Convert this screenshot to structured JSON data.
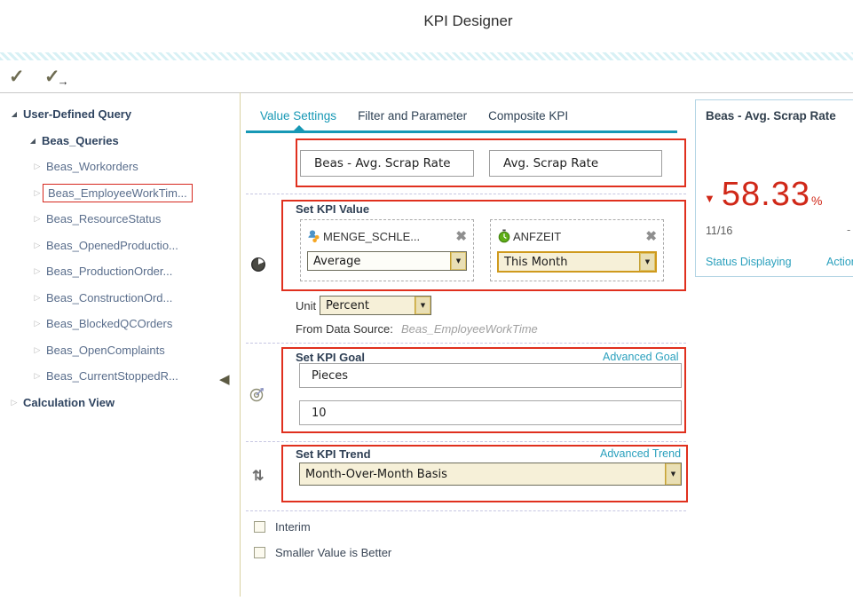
{
  "header": {
    "title": "KPI Designer"
  },
  "toolbar": {
    "confirm_label": "✓",
    "confirm_next_label": "✓",
    "confirm_next_arrow": "→"
  },
  "icons": {
    "expanded": "◢",
    "collapsed": "▷",
    "collapse_handle": "◀",
    "close": "✖",
    "dropdown": "▼",
    "trend": "⇅",
    "kpi_down": "▼"
  },
  "colors": {
    "accent_teal": "#1798b5",
    "annotation_red": "#e0301e",
    "kpi_red": "#d02818"
  },
  "tree": {
    "items": [
      {
        "label": "User-Defined Query",
        "level": 0,
        "expanded": true,
        "bold": true,
        "highlighted": false
      },
      {
        "label": "Beas_Queries",
        "level": 1,
        "expanded": true,
        "bold": true,
        "highlighted": false
      },
      {
        "label": "Beas_Workorders",
        "level": 2,
        "expanded": false,
        "bold": false,
        "highlighted": false
      },
      {
        "label": "Beas_EmployeeWorkTim...",
        "level": 2,
        "expanded": false,
        "bold": false,
        "highlighted": true
      },
      {
        "label": "Beas_ResourceStatus",
        "level": 2,
        "expanded": false,
        "bold": false,
        "highlighted": false
      },
      {
        "label": "Beas_OpenedProductio...",
        "level": 2,
        "expanded": false,
        "bold": false,
        "highlighted": false
      },
      {
        "label": "Beas_ProductionOrder...",
        "level": 2,
        "expanded": false,
        "bold": false,
        "highlighted": false
      },
      {
        "label": "Beas_ConstructionOrd...",
        "level": 2,
        "expanded": false,
        "bold": false,
        "highlighted": false
      },
      {
        "label": "Beas_BlockedQCOrders",
        "level": 2,
        "expanded": false,
        "bold": false,
        "highlighted": false
      },
      {
        "label": "Beas_OpenComplaints",
        "level": 2,
        "expanded": false,
        "bold": false,
        "highlighted": false
      },
      {
        "label": "Beas_CurrentStoppedR...",
        "level": 2,
        "expanded": false,
        "bold": false,
        "highlighted": false
      },
      {
        "label": "Calculation View",
        "level": 0,
        "expanded": false,
        "bold": true,
        "highlighted": false
      }
    ]
  },
  "tabs": [
    {
      "label": "Value Settings",
      "active": true
    },
    {
      "label": "Filter and Parameter",
      "active": false
    },
    {
      "label": "Composite KPI",
      "active": false
    }
  ],
  "kpi_name": {
    "name_value": "Beas - Avg. Scrap Rate",
    "short_name_value": "Avg. Scrap Rate"
  },
  "value_section": {
    "heading": "Set KPI Value",
    "measure_label": "MENGE_SCHLE...",
    "measure_aggregation": "Average",
    "dimension_label": "ANFZEIT",
    "dimension_period": "This Month",
    "unit_label": "Unit",
    "unit_value": "Percent",
    "datasource_label": "From Data Source:",
    "datasource_value": "Beas_EmployeeWorkTime"
  },
  "goal_section": {
    "heading": "Set KPI Goal",
    "advanced_link": "Advanced Goal",
    "goal_unit_value": "Pieces",
    "goal_value": "10"
  },
  "trend_section": {
    "heading": "Set KPI Trend",
    "advanced_link": "Advanced Trend",
    "basis_value": "Month-Over-Month Basis"
  },
  "options": {
    "interim_label": "Interim",
    "smaller_label": "Smaller Value is Better"
  },
  "preview": {
    "title": "Beas - Avg. Scrap Rate",
    "value": "58.33",
    "unit": "%",
    "date": "11/16",
    "goal_placeholder": "-",
    "status_link": "Status Displaying",
    "action_link": "Action"
  }
}
